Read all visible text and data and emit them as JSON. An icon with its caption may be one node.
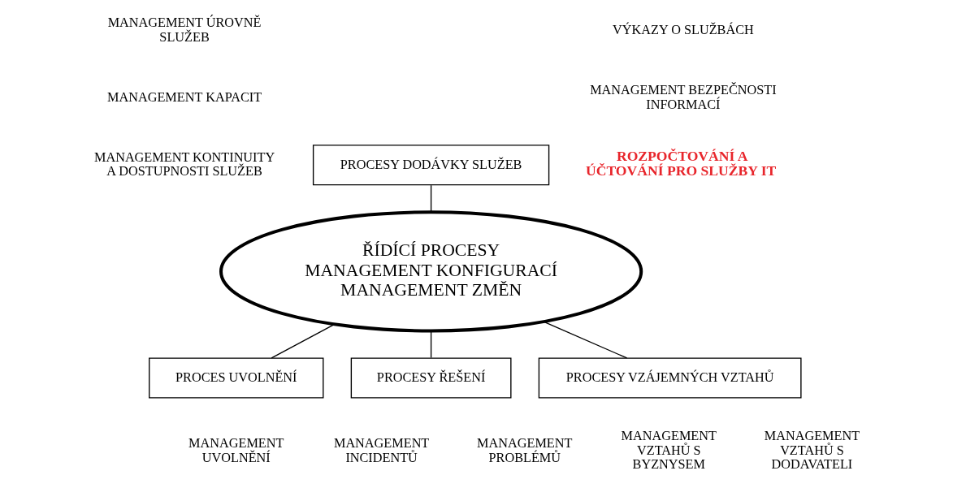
{
  "diagram": {
    "nodes": [
      {
        "text": [
          "PROCESY DODÁVKY SLUŽEB"
        ]
      },
      {
        "text": [
          "ŘÍDÍCÍ PROCESY",
          "MANAGEMENT KONFIGURACÍ",
          "MANAGEMENT ZMĚN"
        ]
      },
      {
        "text": [
          "PROCES UVOLNĚNÍ"
        ],
        "beside": [
          "MANAGEMENT UVOLNĚNÍ"
        ]
      },
      {
        "text": [
          "PROCESY ŘEŠENÍ"
        ],
        "beside": [
          "MANAGEMENT INCIDENTŮ",
          "MANAGEMENT PROBLÉMŮ"
        ]
      },
      {
        "text": [
          "PROCESY VZÁJEMNÝCH VZTAHŮ"
        ],
        "beside": [
          "MANAGEMENT VZTAHŮ S BYZNYSEM",
          "MANAGEMENT VZTAHŮ S DODAVATELI"
        ]
      }
    ],
    "edges": [
      {
        "from": 0,
        "to": 1,
        "arrow": "none"
      },
      {
        "from": 1,
        "to": 2,
        "arrow": "none"
      },
      {
        "from": 1,
        "to": 3,
        "arrow": "none"
      },
      {
        "from": 1,
        "to": 4,
        "arrow": "none"
      }
    ],
    "labels": [
      "MANAGEMENT ÚROVNĚ SLUŽEB",
      "VÝKAZY O SLUŽBÁCH",
      "MANAGEMENT KAPACIT",
      "MANAGEMENT BEZPEČNOSTI INFORMACÍ",
      "MANAGEMENT KONTINUITY A DOSTUPNOSTI SLUŽEB",
      "ROZPOČTOVÁNÍ A ÚČTOVÁNÍ PRO SLUŽBY IT"
    ]
  }
}
